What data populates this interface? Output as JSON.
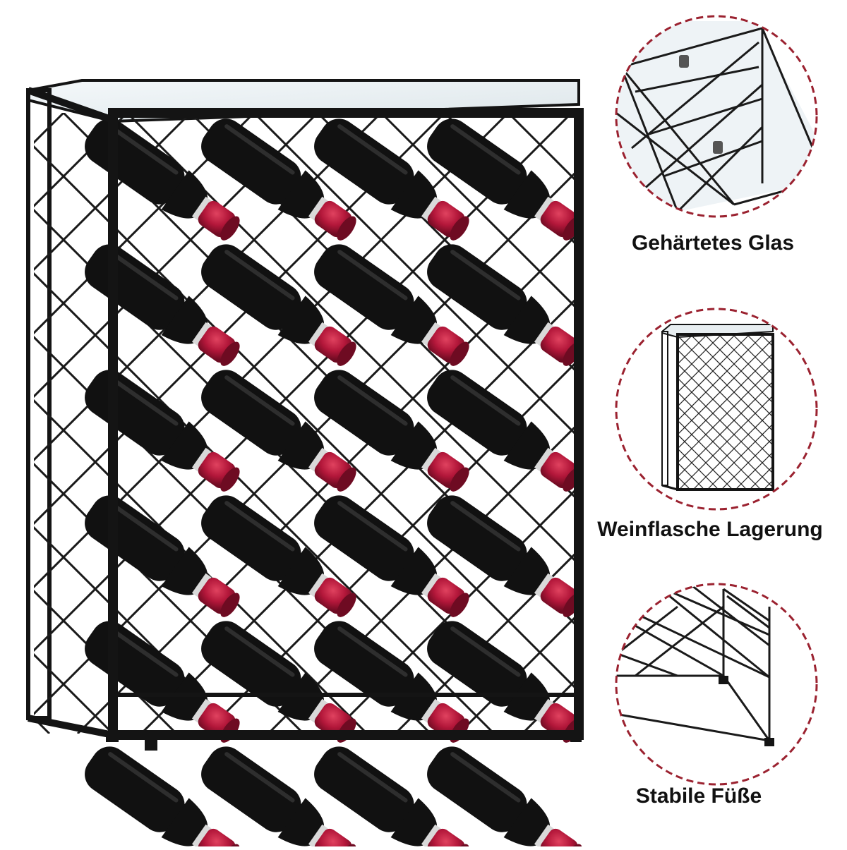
{
  "product": {
    "name": "wine-rack-with-glass-top",
    "colors": {
      "frame": "#141414",
      "capsule": "#b3173a",
      "capsule_dark": "#6e0b22",
      "bottle": "#111111",
      "glass": "#e9eff2",
      "circle_border": "#9b2230"
    }
  },
  "features": [
    {
      "label": "Gehärtetes Glas",
      "icon": "glass-top-detail"
    },
    {
      "label": "Weinflasche Lagerung",
      "icon": "rack-overview"
    },
    {
      "label": "Stabile Füße",
      "icon": "feet-detail"
    }
  ]
}
